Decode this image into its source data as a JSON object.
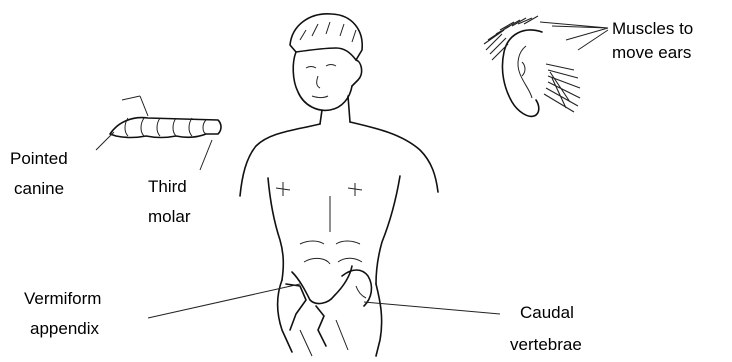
{
  "labels": {
    "muscles_to": "Muscles to",
    "move_ears": "move ears",
    "pointed": "Pointed",
    "canine": "canine",
    "third": "Third",
    "molar": "molar",
    "vermiform": "Vermiform",
    "appendix": "appendix",
    "caudal": "Caudal",
    "vertebrae": "vertebrae"
  }
}
